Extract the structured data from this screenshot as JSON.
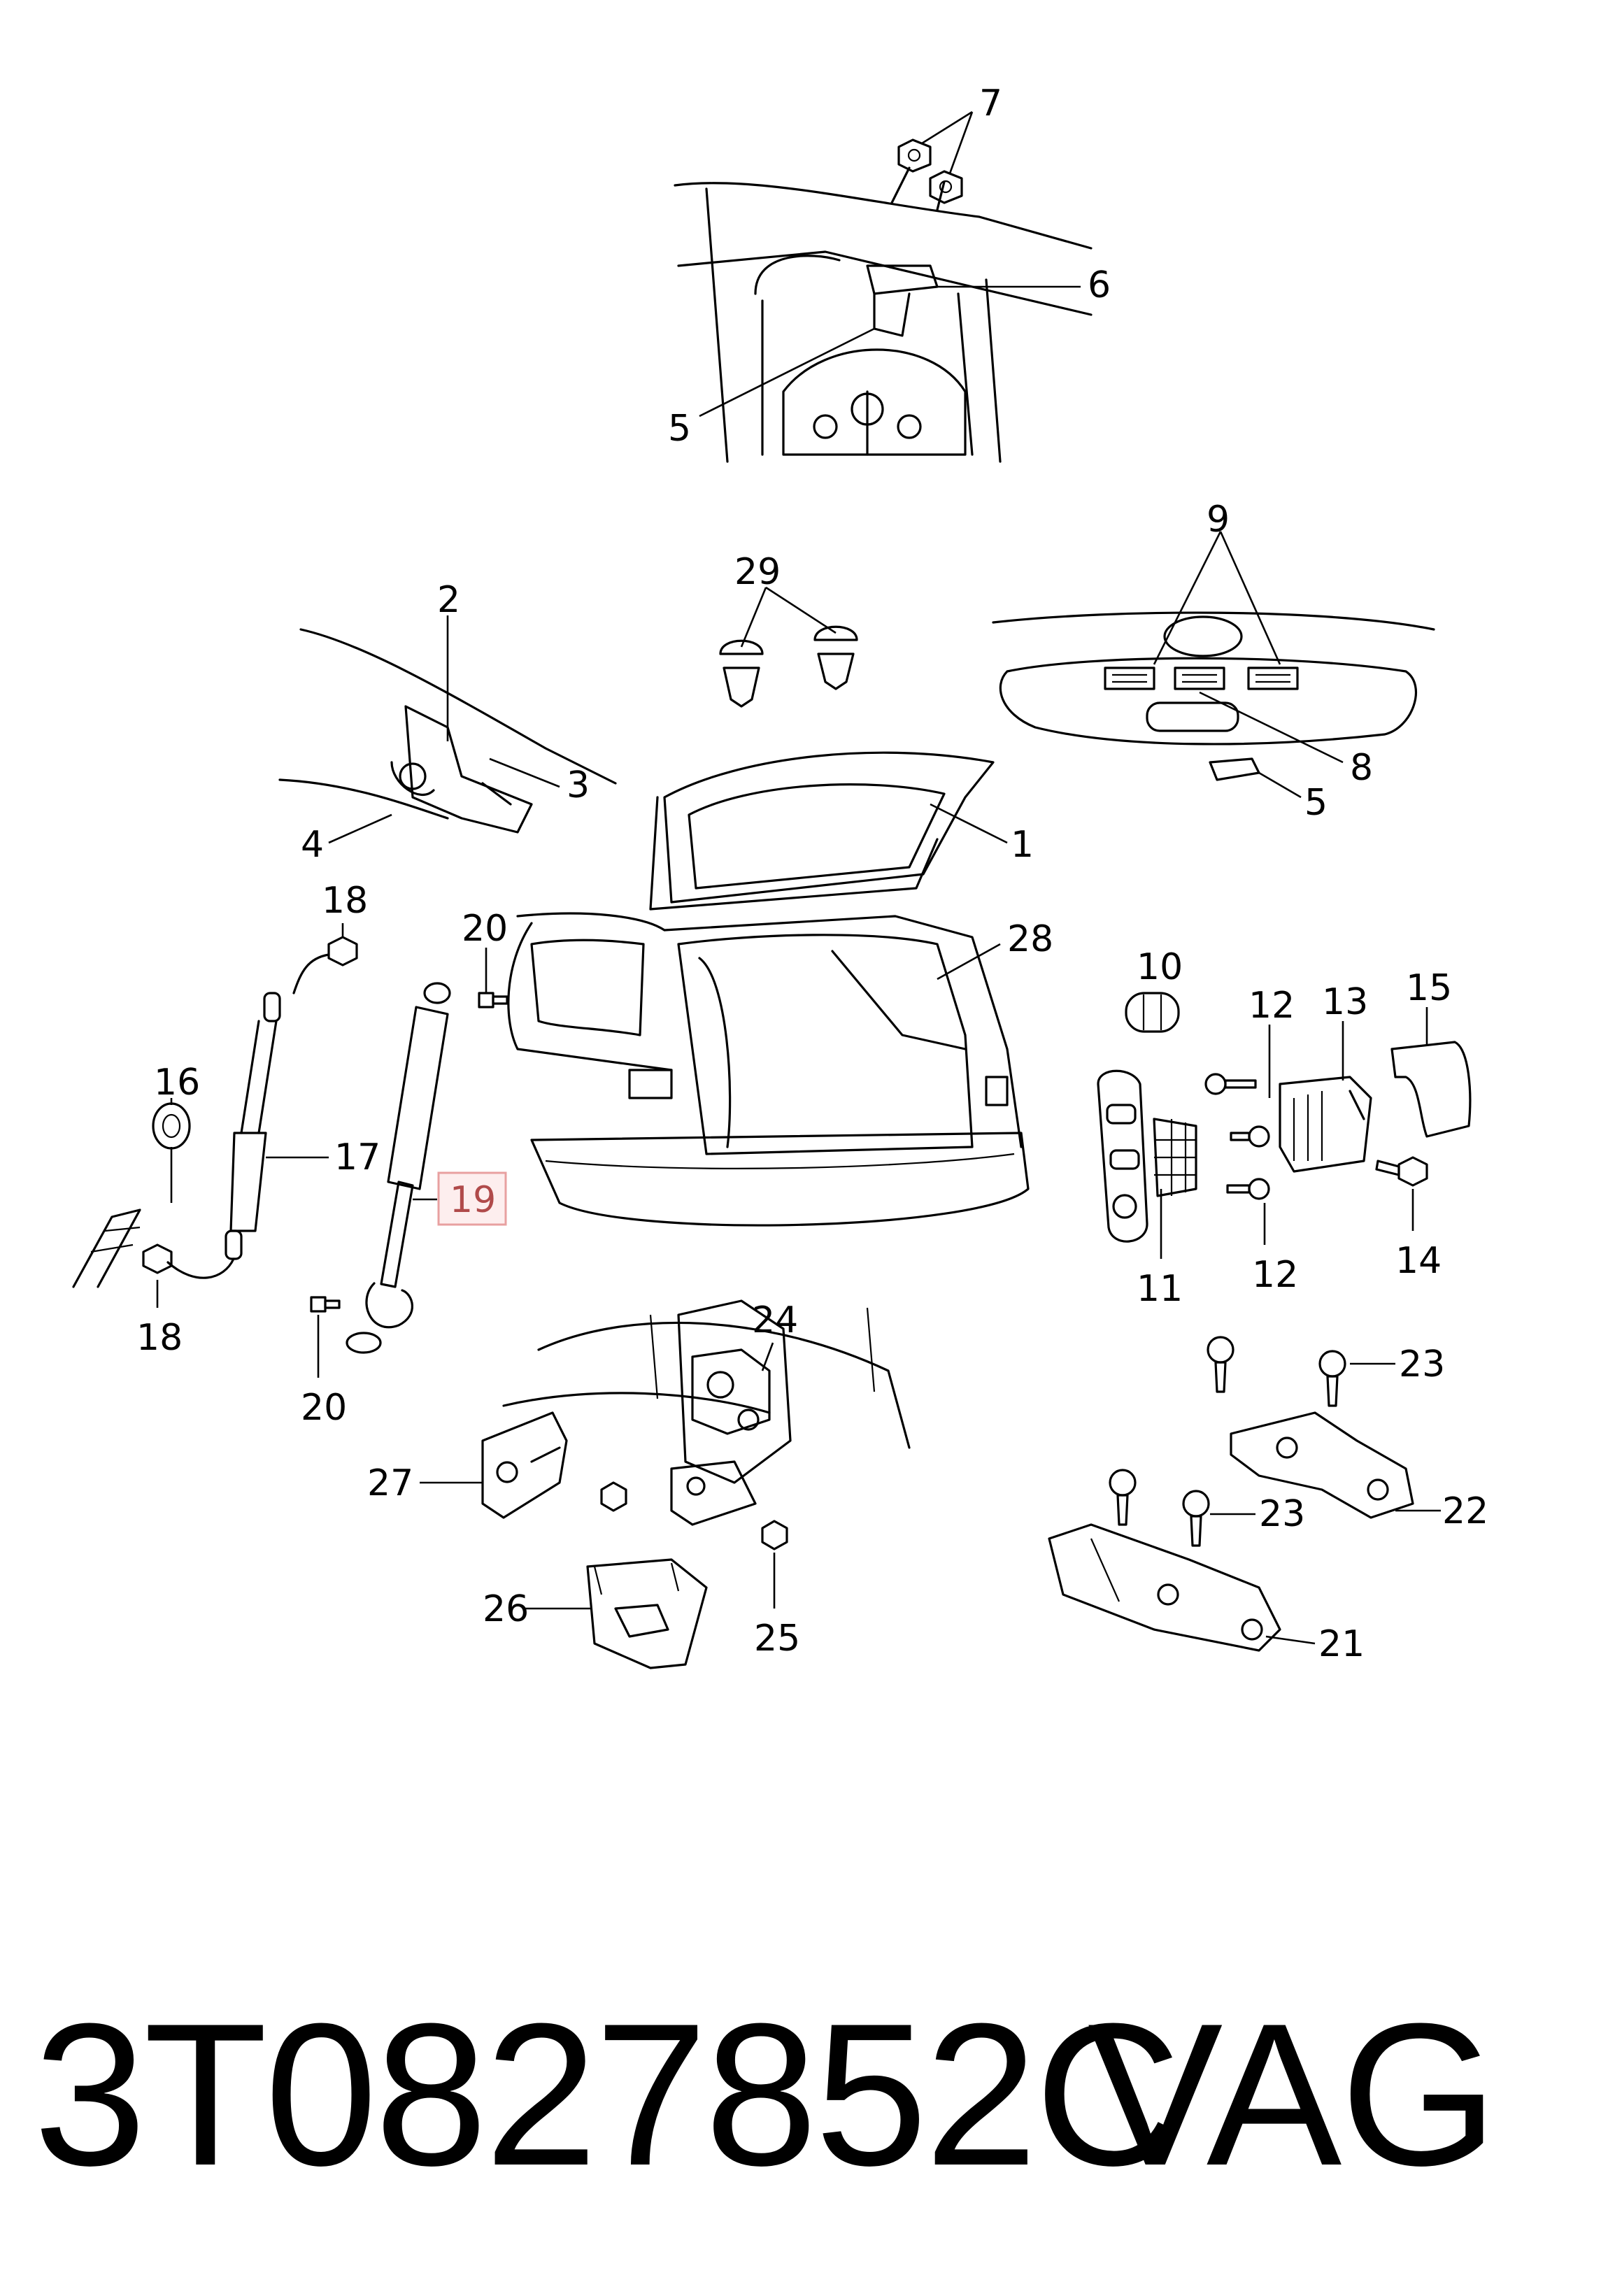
{
  "callouts": {
    "c1": "1",
    "c2": "2",
    "c3": "3",
    "c4": "4",
    "c5a": "5",
    "c5b": "5",
    "c6": "6",
    "c7": "7",
    "c8": "8",
    "c9": "9",
    "c10": "10",
    "c11": "11",
    "c12a": "12",
    "c12b": "12",
    "c13": "13",
    "c14": "14",
    "c15": "15",
    "c16": "16",
    "c17": "17",
    "c18a": "18",
    "c18b": "18",
    "c19": "19",
    "c20a": "20",
    "c20b": "20",
    "c21": "21",
    "c22": "22",
    "c23a": "23",
    "c23b": "23",
    "c24": "24",
    "c25": "25",
    "c26": "26",
    "c27": "27",
    "c28": "28",
    "c29": "29"
  },
  "highlight": {
    "callout": "19",
    "color": "#e8a0a0",
    "fill": "#fdeeee"
  },
  "footer": {
    "part_number": "3T0827852C",
    "brand": "VAG"
  }
}
